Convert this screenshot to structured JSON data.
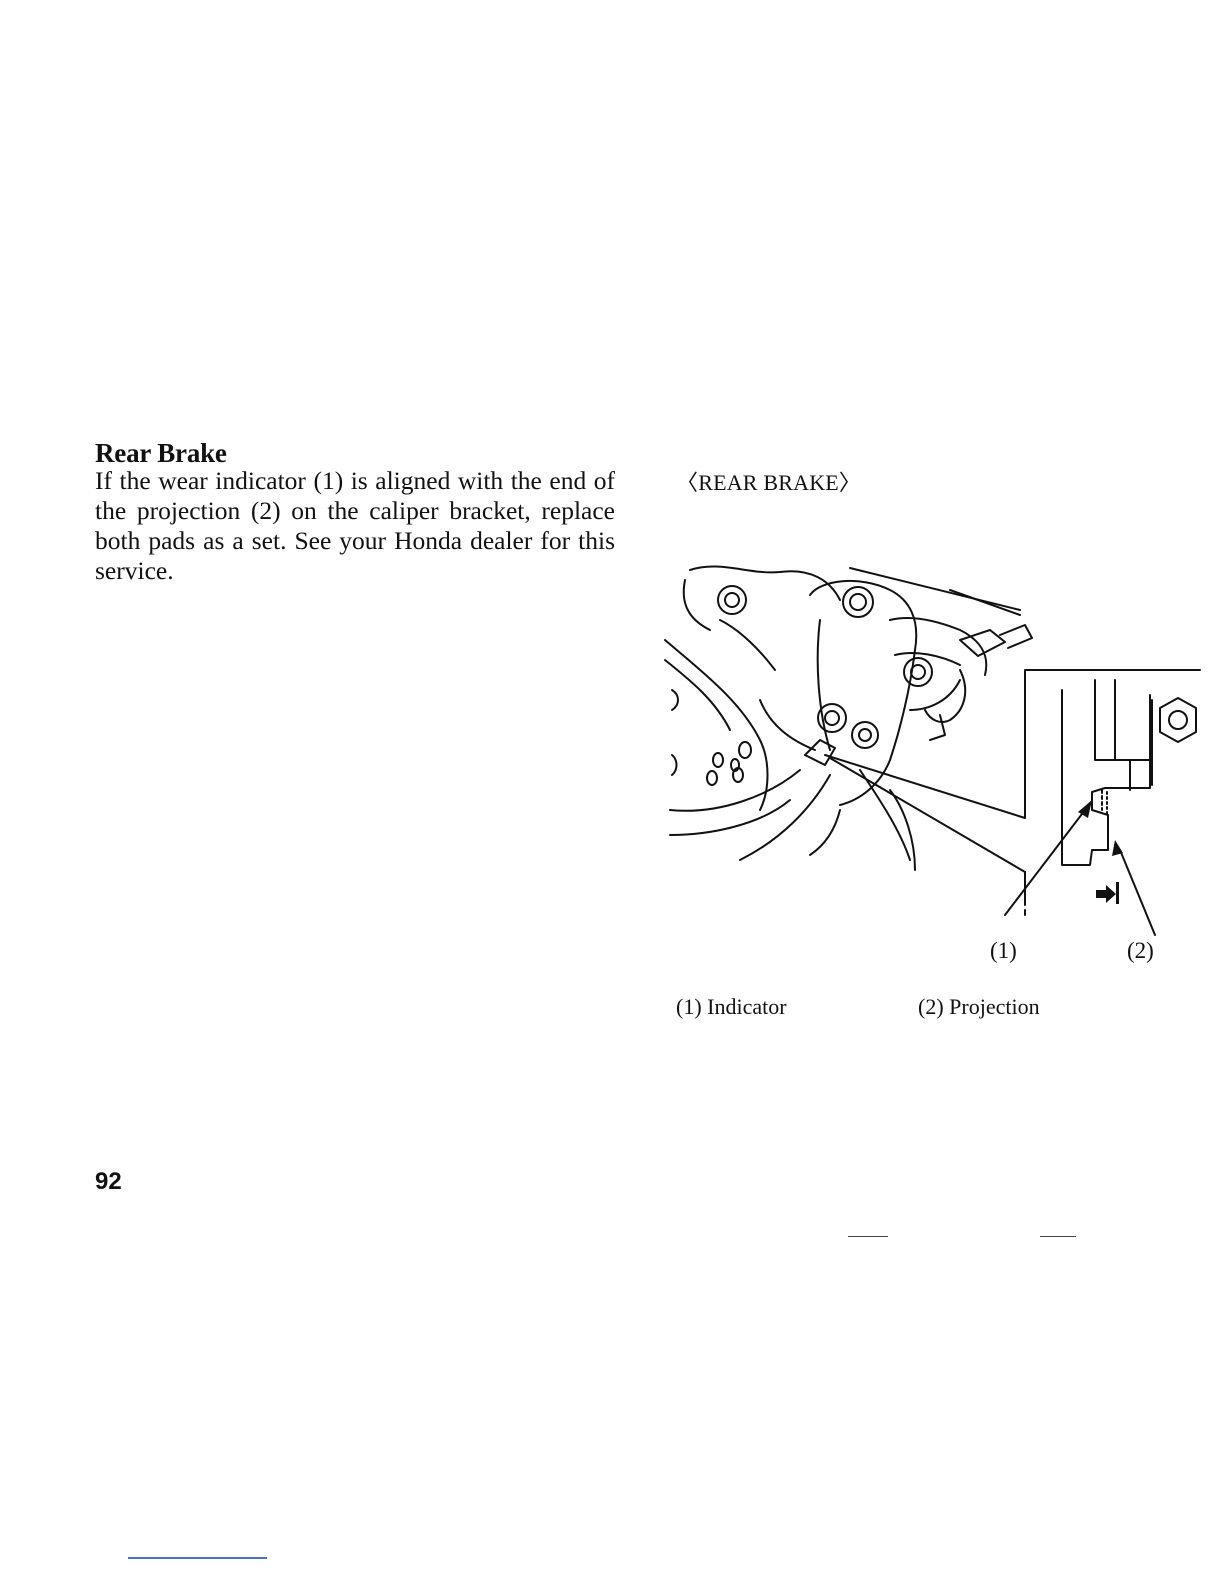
{
  "section": {
    "heading": "Rear Brake",
    "paragraph": "If the wear indicator (1) is aligned with the end of the projection (2) on the caliper bracket, replace both pads as a set. See your Honda dealer for this service."
  },
  "figure": {
    "caption": "〈REAR BRAKE〉",
    "callout_1": "(1)",
    "callout_2": "(2)",
    "legend": [
      {
        "label": "(1) Indicator"
      },
      {
        "label": "(2) Projection"
      }
    ]
  },
  "page": {
    "number": "92"
  }
}
